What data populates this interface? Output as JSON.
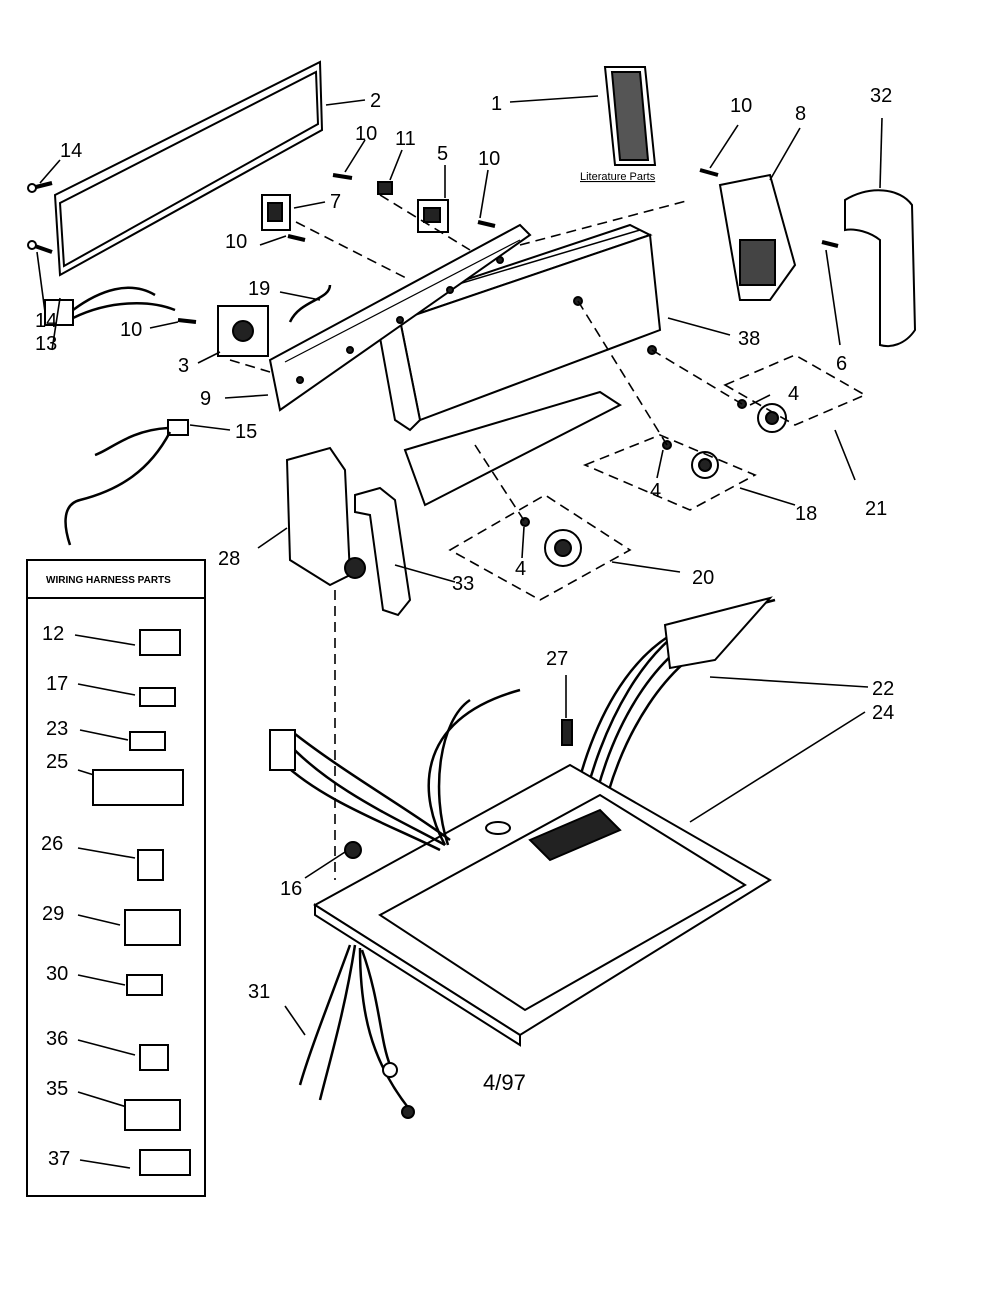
{
  "diagram": {
    "literature_label": "Literature Parts",
    "harness_box_title": "WIRING HARNESS PARTS",
    "date_code": "4/97",
    "callouts": {
      "c1": "1",
      "c2": "2",
      "c3": "3",
      "c4a": "4",
      "c4b": "4",
      "c4c": "4",
      "c5": "5",
      "c6": "6",
      "c7": "7",
      "c8": "8",
      "c9": "9",
      "c10a": "10",
      "c10b": "10",
      "c10c": "10",
      "c10d": "10",
      "c10e": "10",
      "c11": "11",
      "c13": "13",
      "c14a": "14",
      "c14b": "14",
      "c15": "15",
      "c16": "16",
      "c18": "18",
      "c19": "19",
      "c20": "20",
      "c21": "21",
      "c22": "22",
      "c24": "24",
      "c27": "27",
      "c28": "28",
      "c31": "31",
      "c32": "32",
      "c33": "33",
      "c38": "38"
    },
    "harness_parts": [
      "12",
      "17",
      "23",
      "25",
      "26",
      "29",
      "30",
      "36",
      "35",
      "37"
    ]
  }
}
